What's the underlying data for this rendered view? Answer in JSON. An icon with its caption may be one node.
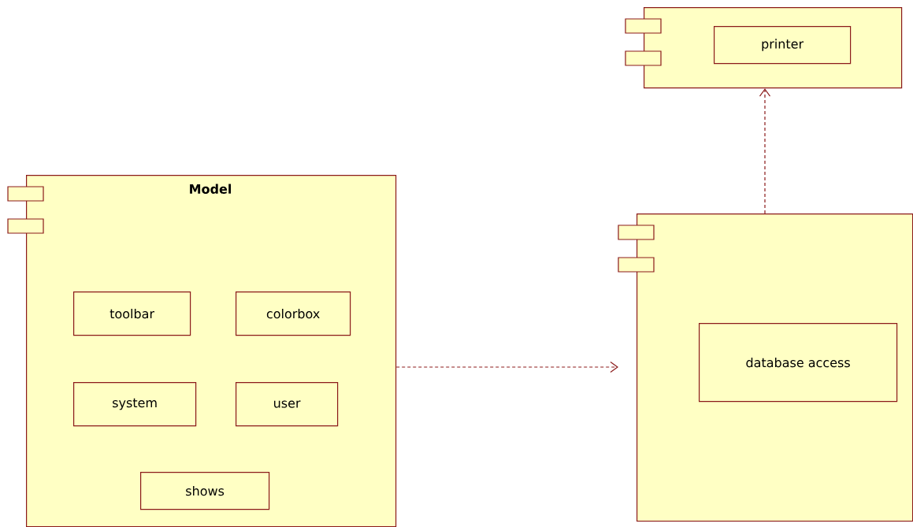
{
  "diagram": {
    "nodes": [
      {
        "text": [
          "Model"
        ]
      },
      {
        "text": [
          "toolbar"
        ],
        "in": 0
      },
      {
        "text": [
          "colorbox"
        ],
        "in": 0
      },
      {
        "text": [
          "system"
        ],
        "in": 0
      },
      {
        "text": [
          "user"
        ],
        "in": 0
      },
      {
        "text": [
          "shows"
        ],
        "in": 0
      },
      {
        "text": [],
        "shape": "component"
      },
      {
        "text": [
          "printer"
        ],
        "in": 6
      },
      {
        "text": [],
        "shape": "component"
      },
      {
        "text": [
          "database access"
        ],
        "in": 8
      }
    ],
    "edges": [
      {
        "from": 0,
        "to": 8,
        "arrow": "to",
        "style": "dashed"
      },
      {
        "from": 8,
        "to": 6,
        "arrow": "to",
        "style": "dashed"
      }
    ]
  }
}
